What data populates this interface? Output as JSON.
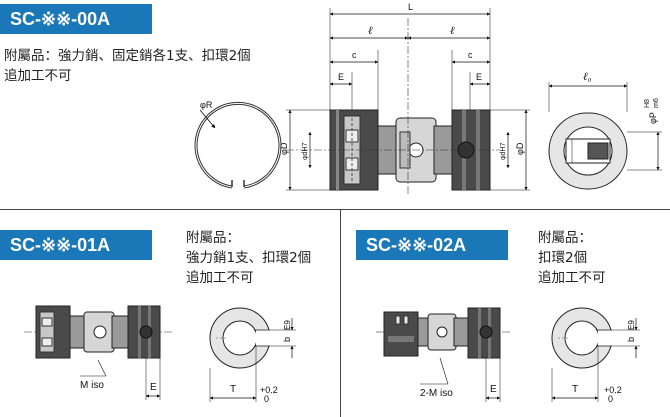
{
  "top": {
    "model": "SC-※※-00A",
    "accessories": "附屬品：強力銷、固定銷各1支、扣環2個\n追加工不可",
    "labels": {
      "L": "L",
      "l1": "ℓ",
      "l2": "ℓ",
      "c1": "c",
      "c2": "c",
      "E1": "E",
      "E2": "E",
      "phiR": "φR",
      "phiD": "φD",
      "phidH7a": "φdH7",
      "phidH7b": "φdH7",
      "phiD2": "φD",
      "l0": "ℓ₀",
      "phiP": "φP",
      "H8": "H8",
      "m6": "m6"
    }
  },
  "left": {
    "model": "SC-※※-01A",
    "accessories": "附屬品：\n強力銷1支、扣環2個\n追加工不可",
    "labels": {
      "Miso": "M iso",
      "E": "E",
      "T": "T",
      "tol_plus": "+0.2",
      "tol_zero": "0",
      "b": "b",
      "E9": "E9"
    }
  },
  "right": {
    "model": "SC-※※-02A",
    "accessories": "附屬品：\n扣環2個\n追加工不可",
    "labels": {
      "Miso": "2-M iso",
      "E": "E",
      "T": "T",
      "tol_plus": "+0.2",
      "tol_zero": "0",
      "b": "b",
      "E9": "E9"
    }
  },
  "colors": {
    "badge": "#1b78b8",
    "body": "#555555",
    "body_light": "#e0e0e0",
    "dim": "#111111"
  }
}
